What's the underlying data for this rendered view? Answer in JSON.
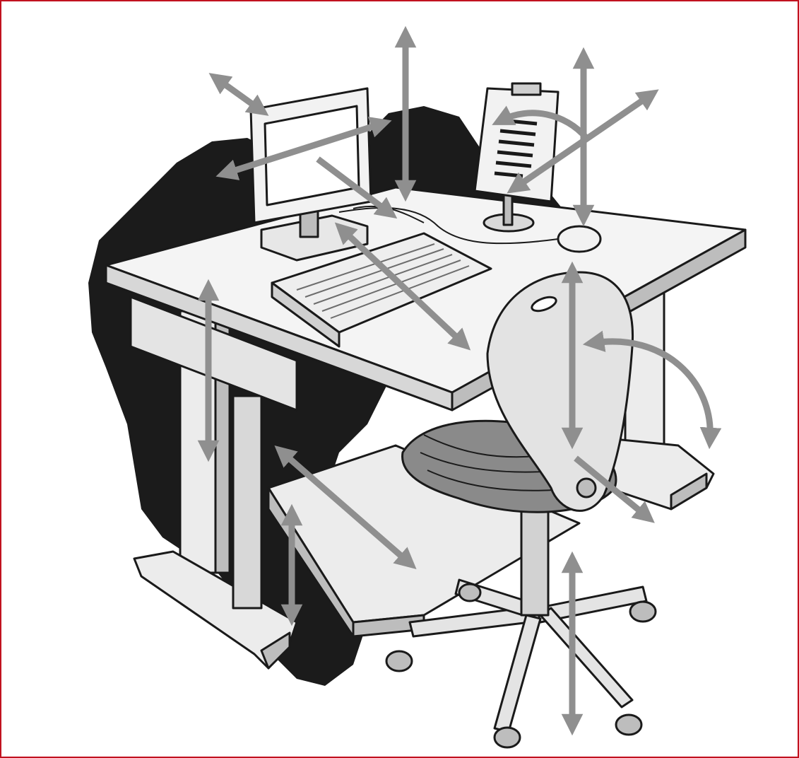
{
  "colors": {
    "frame_border": "#c1121f",
    "background": "#ffffff",
    "ink": "#1a1a1a",
    "shadow": "#1b1b1b",
    "arrow": "#8f8f8f",
    "surface": "#ececec",
    "surface_dark": "#bdbdbd",
    "seat_stripe": "#7a7a7a"
  },
  "illustration": {
    "subject": "ergonomic-workstation",
    "components": [
      "desk",
      "monitor",
      "document-holder",
      "keyboard",
      "mouse",
      "footrest",
      "office-chair"
    ],
    "adjustment_arrows": [
      {
        "id": "monitor-tilt",
        "kind": "double-arrow"
      },
      {
        "id": "monitor-height",
        "kind": "double-arrow"
      },
      {
        "id": "monitor-swivel",
        "kind": "double-arrow"
      },
      {
        "id": "monitor-depth",
        "kind": "double-arrow"
      },
      {
        "id": "holder-height",
        "kind": "double-arrow"
      },
      {
        "id": "holder-diagonal",
        "kind": "double-arrow"
      },
      {
        "id": "holder-rotate",
        "kind": "curved-arrow"
      },
      {
        "id": "keyboard-depth",
        "kind": "double-arrow"
      },
      {
        "id": "desk-height",
        "kind": "double-arrow"
      },
      {
        "id": "backrest-height",
        "kind": "double-arrow"
      },
      {
        "id": "backrest-tilt",
        "kind": "curved-arrow"
      },
      {
        "id": "seat-depth",
        "kind": "double-arrow"
      },
      {
        "id": "footrest-depth",
        "kind": "double-arrow"
      },
      {
        "id": "footrest-height",
        "kind": "double-arrow"
      },
      {
        "id": "chair-height",
        "kind": "double-arrow"
      }
    ]
  }
}
